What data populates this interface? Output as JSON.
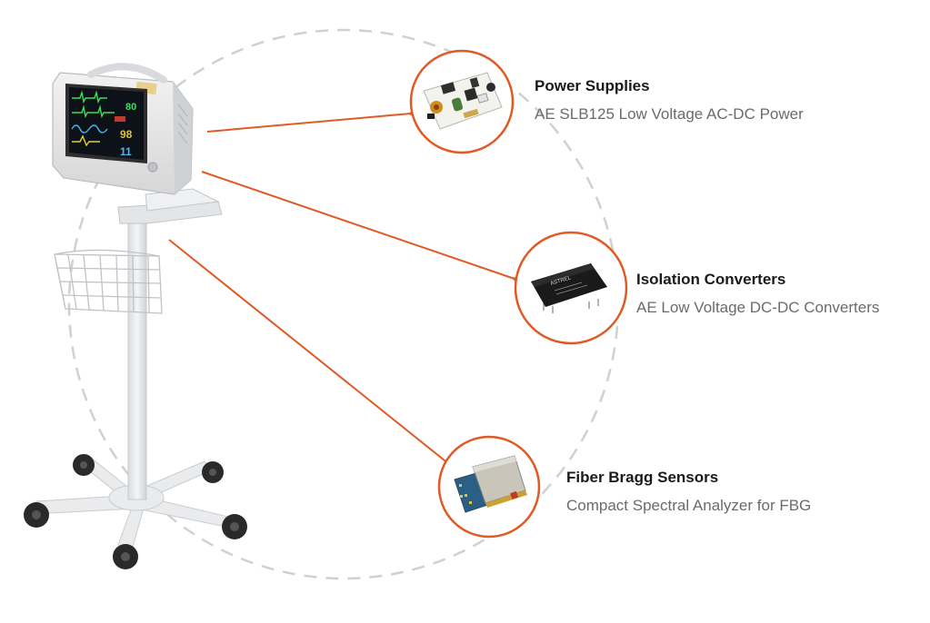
{
  "colors": {
    "accent": "#e05a25",
    "dashed_circle": "#d0d0d0",
    "title_text": "#1a1a1a",
    "subtitle_text": "#6b6b6b"
  },
  "components": [
    {
      "title": "Power Supplies",
      "subtitle": "AE SLB125 Low Voltage AC-DC Power",
      "image": "power-supply-board"
    },
    {
      "title": "Isolation Converters",
      "subtitle": "AE Low Voltage DC-DC Converters",
      "image": "dc-dc-converter-module",
      "module_brand": "ASTREL"
    },
    {
      "title": "Fiber Bragg Sensors",
      "subtitle": "Compact Spectral Analyzer for FBG",
      "image": "spectral-analyzer-module"
    }
  ],
  "monitor": {
    "image": "patient-monitor-on-rolling-stand",
    "readouts": [
      "80",
      "98",
      "11"
    ]
  }
}
